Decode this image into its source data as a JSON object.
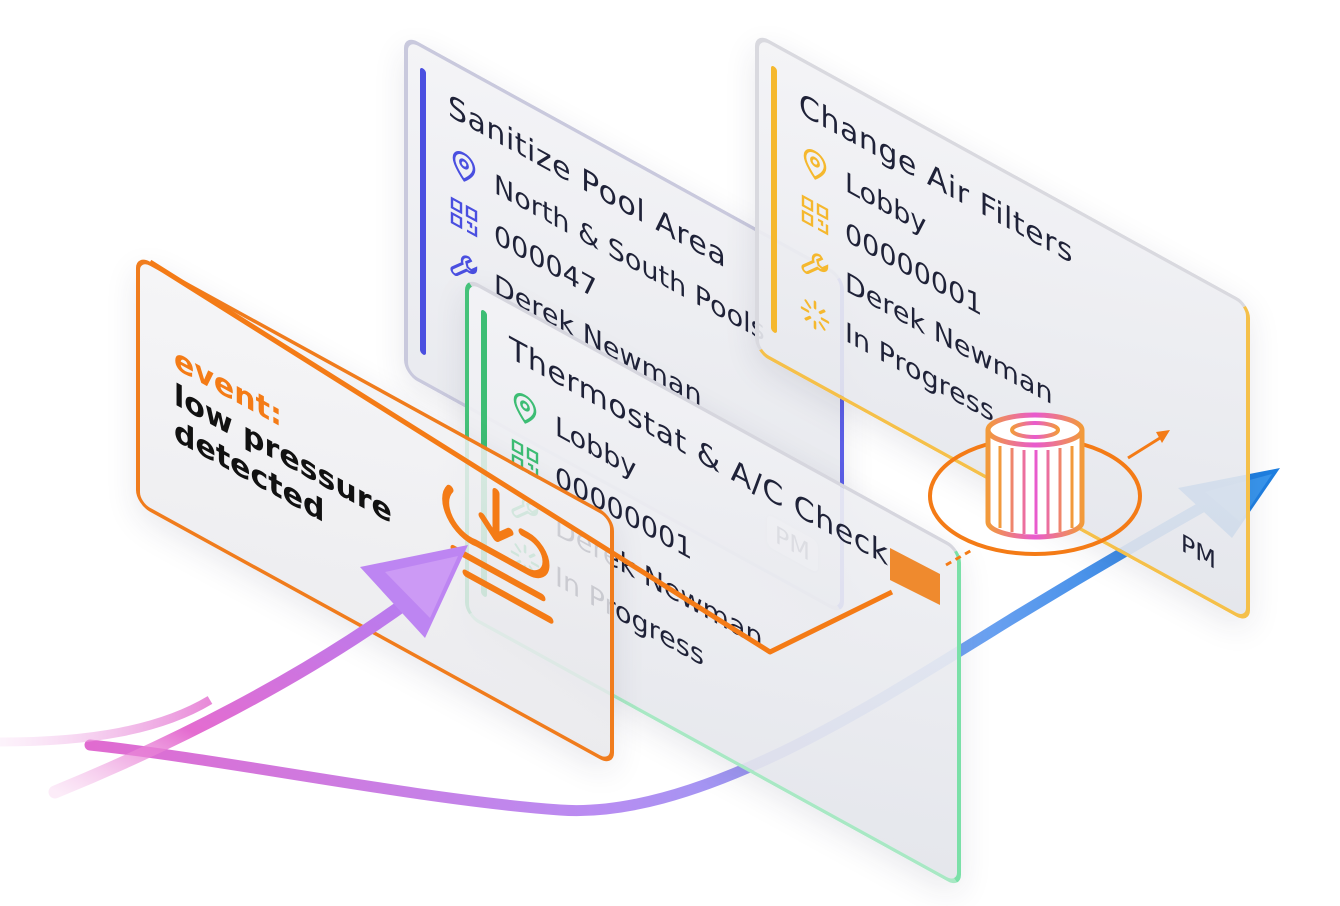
{
  "event_card": {
    "keyword": "event:",
    "line1": "low pressure",
    "line2": "detected",
    "icon": "pressure-gauge-icon",
    "border_color": "#f07c1d"
  },
  "cards": {
    "pool": {
      "title": "Sanitize Pool Area",
      "location": "North & South Pools",
      "asset_id": "000047",
      "assignee": "Derek Newman",
      "tag": "PM",
      "accent": "#4a4fe0"
    },
    "filters": {
      "title": "Change Air Filters",
      "location": "Lobby",
      "asset_id": "00000001",
      "assignee": "Derek Newman",
      "status": "In Progress",
      "tag": "PM",
      "accent": "#f5b82e"
    },
    "thermostat": {
      "title": "Thermostat & A/C Check",
      "location": "Lobby",
      "asset_id": "00000001",
      "assignee": "Derek Newman",
      "status": "In Progress",
      "accent": "#3dbd74"
    }
  },
  "icons": {
    "location": "location-pin-icon",
    "asset": "qr-code-icon",
    "assignee": "wrench-icon",
    "status": "progress-spinner-icon",
    "part": "air-filter-cylinder-icon"
  },
  "colors": {
    "flow_line": "#f47b16",
    "arrow_purple": "#c77bf0",
    "arrow_pink": "#e56bc9",
    "arrow_blue": "#1f7fe0"
  }
}
